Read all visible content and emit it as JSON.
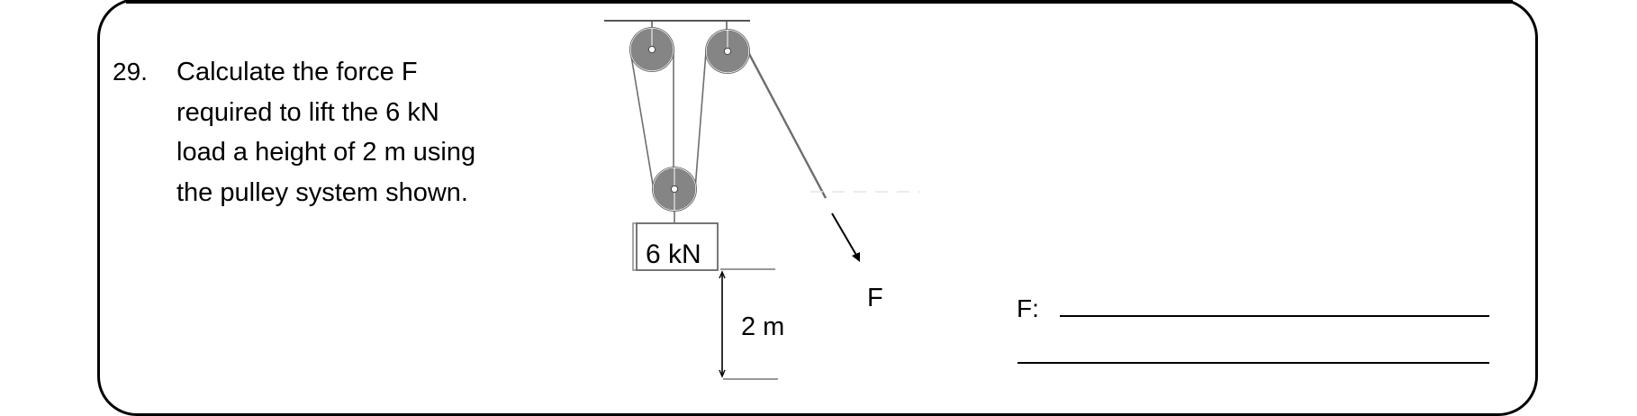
{
  "question": {
    "number": "29.",
    "lines": [
      "Calculate the force F",
      "required to lift the 6 kN",
      "load a height of 2 m using",
      "the pulley system shown."
    ]
  },
  "diagram": {
    "load_label": "6 kN",
    "height_label": "2 m",
    "force_label": "F",
    "colors": {
      "pulley_fill": "#858585",
      "rope": "#6e6e6e",
      "ink": "#000000"
    }
  },
  "answer": {
    "label": "F:",
    "value": ""
  }
}
